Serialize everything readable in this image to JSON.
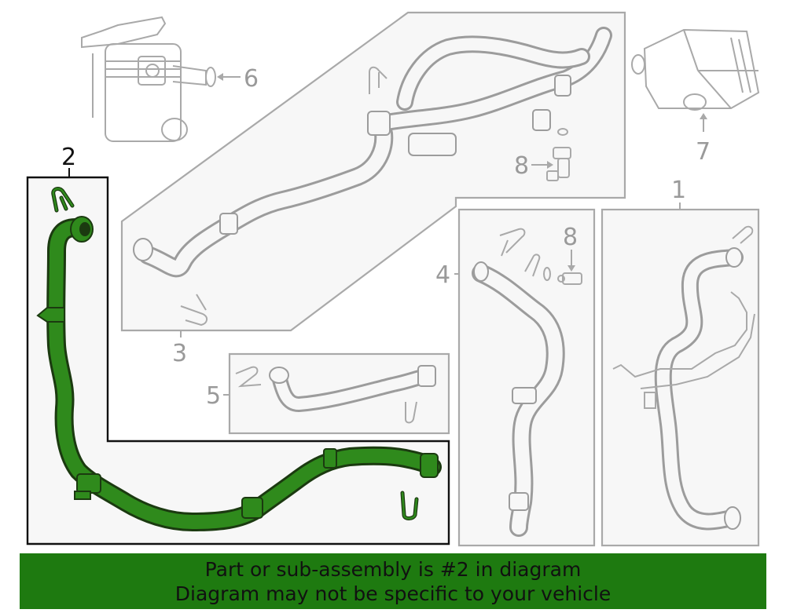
{
  "callouts": {
    "c1": "1",
    "c2": "2",
    "c3": "3",
    "c4": "4",
    "c5": "5",
    "c6": "6",
    "c7": "7",
    "c8a": "8",
    "c8b": "8"
  },
  "banner": {
    "line1": "Part or sub-assembly is #2 in diagram",
    "line2": "Diagram may not be specific to your vehicle"
  },
  "colors": {
    "highlight": "#2f8a1c",
    "banner_bg": "#1e7a10",
    "line_gray": "#a9a9a9"
  }
}
